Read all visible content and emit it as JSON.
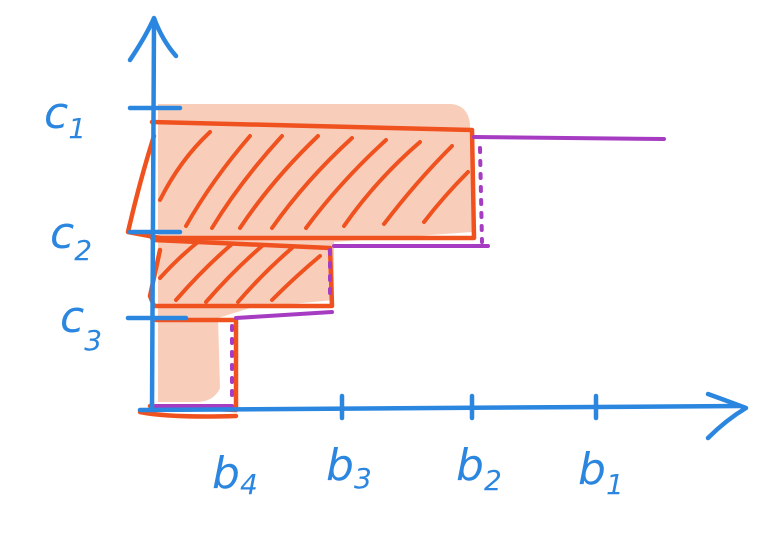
{
  "colors": {
    "axis": "#2b86e0",
    "fill": "#f7c9b4",
    "outline": "#f0521f",
    "purple": "#a63cc2"
  },
  "y_labels": [
    {
      "letter": "c",
      "sub": "1"
    },
    {
      "letter": "c",
      "sub": "2"
    },
    {
      "letter": "c",
      "sub": "3"
    }
  ],
  "x_labels": [
    {
      "letter": "b",
      "sub": "4"
    },
    {
      "letter": "b",
      "sub": "3"
    },
    {
      "letter": "b",
      "sub": "2"
    },
    {
      "letter": "b",
      "sub": "1"
    }
  ]
}
